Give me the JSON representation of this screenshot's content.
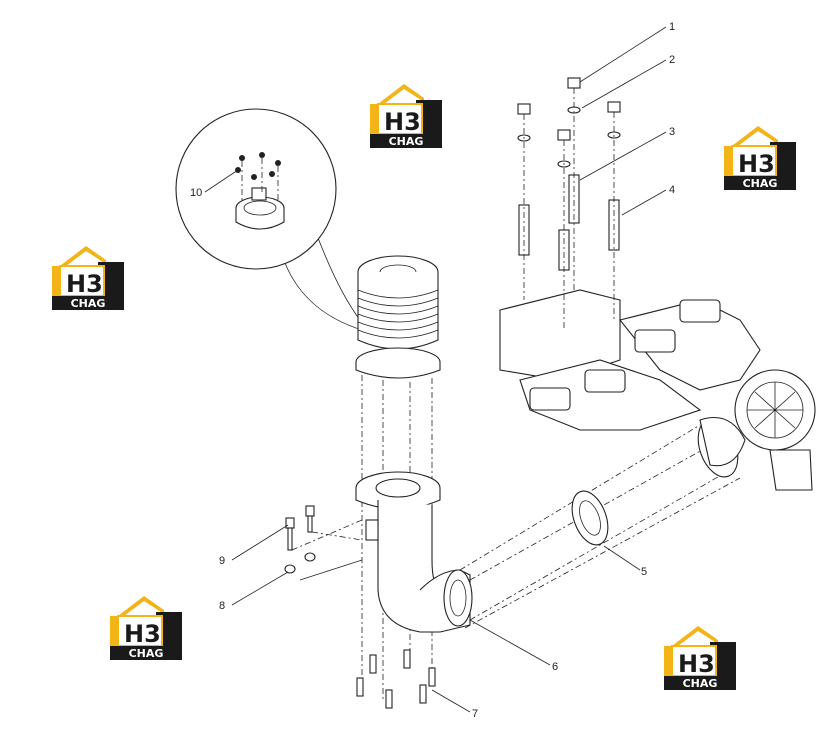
{
  "callouts": [
    {
      "id": "1",
      "text": "1"
    },
    {
      "id": "2",
      "text": "2"
    },
    {
      "id": "3",
      "text": "3"
    },
    {
      "id": "4",
      "text": "4"
    },
    {
      "id": "5",
      "text": "5"
    },
    {
      "id": "6",
      "text": "6"
    },
    {
      "id": "7",
      "text": "7"
    },
    {
      "id": "8",
      "text": "8"
    },
    {
      "id": "9",
      "text": "9"
    },
    {
      "id": "10",
      "text": "10"
    }
  ],
  "watermark": {
    "mark": "H3",
    "text": "CHAG",
    "colors": {
      "gold": "#f2b417",
      "dark": "#1a1a1a",
      "white": "#ffffff"
    }
  },
  "colors": {
    "line": "#222222",
    "background": "#ffffff"
  }
}
